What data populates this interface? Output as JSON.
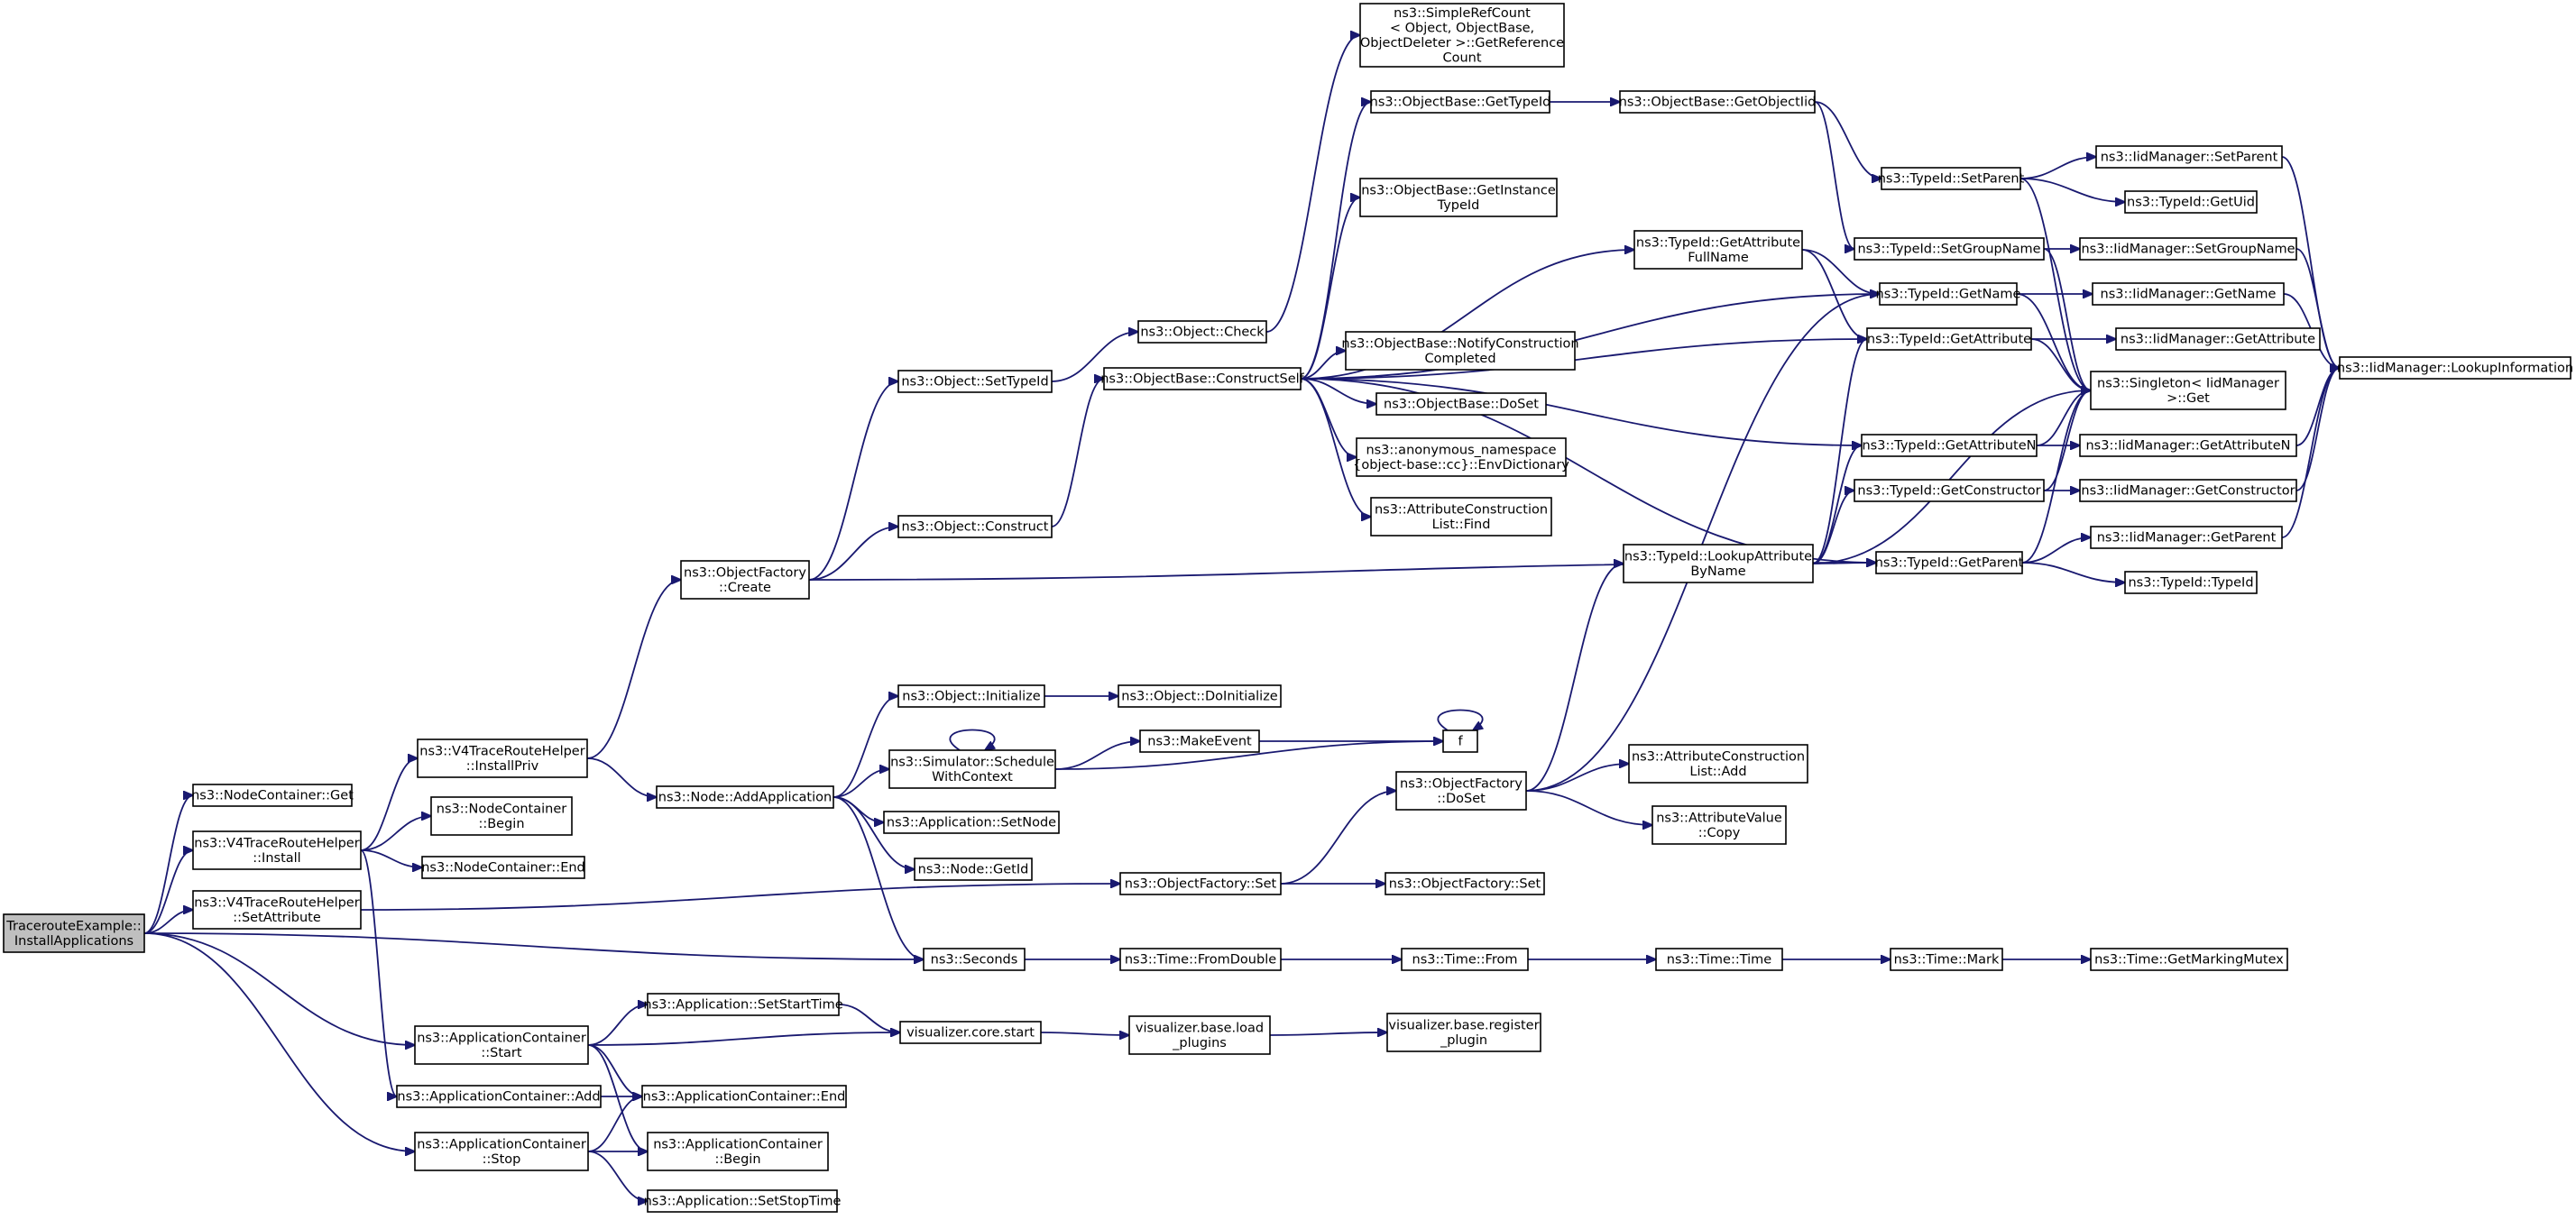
{
  "nodes": [
    {
      "id": "root",
      "lines": [
        "TracerouteExample::",
        "InstallApplications"
      ],
      "root": true
    },
    {
      "id": "nc_get",
      "lines": [
        "ns3::NodeContainer::Get"
      ]
    },
    {
      "id": "v4_install",
      "lines": [
        "ns3::V4TraceRouteHelper",
        "::Install"
      ]
    },
    {
      "id": "v4_setattr",
      "lines": [
        "ns3::V4TraceRouteHelper",
        "::SetAttribute"
      ]
    },
    {
      "id": "ac_start",
      "lines": [
        "ns3::ApplicationContainer",
        "::Start"
      ]
    },
    {
      "id": "ac_add",
      "lines": [
        "ns3::ApplicationContainer::Add"
      ]
    },
    {
      "id": "ac_stop",
      "lines": [
        "ns3::ApplicationContainer",
        "::Stop"
      ]
    },
    {
      "id": "v4_installpriv",
      "lines": [
        "ns3::V4TraceRouteHelper",
        "::InstallPriv"
      ]
    },
    {
      "id": "nc_begin",
      "lines": [
        "ns3::NodeContainer",
        "::Begin"
      ]
    },
    {
      "id": "nc_end",
      "lines": [
        "ns3::NodeContainer::End"
      ]
    },
    {
      "id": "app_setstart",
      "lines": [
        "ns3::Application::SetStartTime"
      ]
    },
    {
      "id": "ac_end",
      "lines": [
        "ns3::ApplicationContainer::End"
      ]
    },
    {
      "id": "ac_begin",
      "lines": [
        "ns3::ApplicationContainer",
        "::Begin"
      ]
    },
    {
      "id": "app_setstop",
      "lines": [
        "ns3::Application::SetStopTime"
      ]
    },
    {
      "id": "of_create",
      "lines": [
        "ns3::ObjectFactory",
        "::Create"
      ]
    },
    {
      "id": "node_addapp",
      "lines": [
        "ns3::Node::AddApplication"
      ]
    },
    {
      "id": "obj_settypeid",
      "lines": [
        "ns3::Object::SetTypeId"
      ]
    },
    {
      "id": "obj_construct",
      "lines": [
        "ns3::Object::Construct"
      ]
    },
    {
      "id": "obj_init",
      "lines": [
        "ns3::Object::Initialize"
      ]
    },
    {
      "id": "sim_schedule",
      "lines": [
        "ns3::Simulator::Schedule",
        "WithContext"
      ]
    },
    {
      "id": "app_setnode",
      "lines": [
        "ns3::Application::SetNode"
      ]
    },
    {
      "id": "node_getid",
      "lines": [
        "ns3::Node::GetId"
      ]
    },
    {
      "id": "seconds",
      "lines": [
        "ns3::Seconds"
      ]
    },
    {
      "id": "viz_start",
      "lines": [
        "visualizer.core.start"
      ]
    },
    {
      "id": "obj_check",
      "lines": [
        "ns3::Object::Check"
      ]
    },
    {
      "id": "ob_constructself",
      "lines": [
        "ns3::ObjectBase::ConstructSelf"
      ]
    },
    {
      "id": "obj_doinit",
      "lines": [
        "ns3::Object::DoInitialize"
      ]
    },
    {
      "id": "makeevent",
      "lines": [
        "ns3::MakeEvent"
      ]
    },
    {
      "id": "of_set",
      "lines": [
        "ns3::ObjectFactory::Set"
      ]
    },
    {
      "id": "time_fromdouble",
      "lines": [
        "ns3::Time::FromDouble"
      ]
    },
    {
      "id": "viz_loadplugins",
      "lines": [
        "visualizer.base.load",
        "_plugins"
      ]
    },
    {
      "id": "src_getref",
      "lines": [
        "ns3::SimpleRefCount",
        "< Object, ObjectBase,",
        "ObjectDeleter >::GetReference",
        "Count"
      ]
    },
    {
      "id": "ob_gettypeid",
      "lines": [
        "ns3::ObjectBase::GetTypeId"
      ]
    },
    {
      "id": "ob_getinstancetypeid",
      "lines": [
        "ns3::ObjectBase::GetInstance",
        "TypeId"
      ]
    },
    {
      "id": "ob_notify",
      "lines": [
        "ns3::ObjectBase::NotifyConstruction",
        "Completed"
      ]
    },
    {
      "id": "ob_doset",
      "lines": [
        "ns3::ObjectBase::DoSet"
      ]
    },
    {
      "id": "anon_envdict",
      "lines": [
        "ns3::anonymous_namespace",
        "{object-base::cc}::EnvDictionary"
      ]
    },
    {
      "id": "acl_find",
      "lines": [
        "ns3::AttributeConstruction",
        "List::Find"
      ]
    },
    {
      "id": "f",
      "lines": [
        "f"
      ]
    },
    {
      "id": "of_doset",
      "lines": [
        "ns3::ObjectFactory",
        "::DoSet"
      ]
    },
    {
      "id": "of_set2",
      "lines": [
        "ns3::ObjectFactory::Set"
      ]
    },
    {
      "id": "time_from",
      "lines": [
        "ns3::Time::From"
      ]
    },
    {
      "id": "viz_register",
      "lines": [
        "visualizer.base.register",
        "_plugin"
      ]
    },
    {
      "id": "ob_getobjectiid",
      "lines": [
        "ns3::ObjectBase::GetObjectIid"
      ]
    },
    {
      "id": "tid_getattrfullname",
      "lines": [
        "ns3::TypeId::GetAttribute",
        "FullName"
      ]
    },
    {
      "id": "tid_lookupattr",
      "lines": [
        "ns3::TypeId::LookupAttribute",
        "ByName"
      ]
    },
    {
      "id": "acl_add",
      "lines": [
        "ns3::AttributeConstruction",
        "List::Add"
      ]
    },
    {
      "id": "av_copy",
      "lines": [
        "ns3::AttributeValue",
        "::Copy"
      ]
    },
    {
      "id": "time_time",
      "lines": [
        "ns3::Time::Time"
      ]
    },
    {
      "id": "tid_setparent",
      "lines": [
        "ns3::TypeId::SetParent"
      ]
    },
    {
      "id": "tid_setgroupname",
      "lines": [
        "ns3::TypeId::SetGroupName"
      ]
    },
    {
      "id": "tid_getname",
      "lines": [
        "ns3::TypeId::GetName"
      ]
    },
    {
      "id": "tid_getattribute",
      "lines": [
        "ns3::TypeId::GetAttribute"
      ]
    },
    {
      "id": "tid_getattributen",
      "lines": [
        "ns3::TypeId::GetAttributeN"
      ]
    },
    {
      "id": "tid_getconstructor",
      "lines": [
        "ns3::TypeId::GetConstructor"
      ]
    },
    {
      "id": "tid_getparent",
      "lines": [
        "ns3::TypeId::GetParent"
      ]
    },
    {
      "id": "time_mark",
      "lines": [
        "ns3::Time::Mark"
      ]
    },
    {
      "id": "iid_setparent",
      "lines": [
        "ns3::IidManager::SetParent"
      ]
    },
    {
      "id": "tid_getuid",
      "lines": [
        "ns3::TypeId::GetUid"
      ]
    },
    {
      "id": "iid_setgroupname",
      "lines": [
        "ns3::IidManager::SetGroupName"
      ]
    },
    {
      "id": "iid_getname",
      "lines": [
        "ns3::IidManager::GetName"
      ]
    },
    {
      "id": "iid_getattribute",
      "lines": [
        "ns3::IidManager::GetAttribute"
      ]
    },
    {
      "id": "singleton_get",
      "lines": [
        "ns3::Singleton< IidManager",
        ">::Get"
      ]
    },
    {
      "id": "iid_getattributen",
      "lines": [
        "ns3::IidManager::GetAttributeN"
      ]
    },
    {
      "id": "iid_getconstructor",
      "lines": [
        "ns3::IidManager::GetConstructor"
      ]
    },
    {
      "id": "iid_getparent",
      "lines": [
        "ns3::IidManager::GetParent"
      ]
    },
    {
      "id": "tid_typeid",
      "lines": [
        "ns3::TypeId::TypeId"
      ]
    },
    {
      "id": "time_getmarkingmutex",
      "lines": [
        "ns3::Time::GetMarkingMutex"
      ]
    },
    {
      "id": "iid_lookupinfo",
      "lines": [
        "ns3::IidManager::LookupInformation"
      ]
    }
  ],
  "edges": [
    [
      "root",
      "nc_get"
    ],
    [
      "root",
      "v4_install"
    ],
    [
      "root",
      "v4_setattr"
    ],
    [
      "root",
      "seconds"
    ],
    [
      "root",
      "ac_start"
    ],
    [
      "root",
      "ac_stop"
    ],
    [
      "v4_install",
      "v4_installpriv"
    ],
    [
      "v4_install",
      "nc_begin"
    ],
    [
      "v4_install",
      "nc_end"
    ],
    [
      "v4_install",
      "ac_add"
    ],
    [
      "v4_setattr",
      "of_set"
    ],
    [
      "v4_installpriv",
      "of_create"
    ],
    [
      "v4_installpriv",
      "node_addapp"
    ],
    [
      "ac_start",
      "app_setstart"
    ],
    [
      "ac_start",
      "viz_start"
    ],
    [
      "ac_start",
      "ac_end"
    ],
    [
      "ac_start",
      "ac_begin"
    ],
    [
      "ac_add",
      "ac_end"
    ],
    [
      "ac_stop",
      "ac_end"
    ],
    [
      "ac_stop",
      "ac_begin"
    ],
    [
      "ac_stop",
      "app_setstop"
    ],
    [
      "app_setstart",
      "viz_start"
    ],
    [
      "of_create",
      "obj_settypeid"
    ],
    [
      "of_create",
      "obj_construct"
    ],
    [
      "of_create",
      "tid_getparent"
    ],
    [
      "obj_settypeid",
      "obj_check"
    ],
    [
      "obj_construct",
      "ob_constructself"
    ],
    [
      "obj_check",
      "src_getref"
    ],
    [
      "node_addapp",
      "obj_init"
    ],
    [
      "node_addapp",
      "sim_schedule"
    ],
    [
      "node_addapp",
      "app_setnode"
    ],
    [
      "node_addapp",
      "node_getid"
    ],
    [
      "node_addapp",
      "seconds"
    ],
    [
      "obj_init",
      "obj_doinit"
    ],
    [
      "sim_schedule",
      "sim_schedule"
    ],
    [
      "sim_schedule",
      "makeevent"
    ],
    [
      "sim_schedule",
      "f"
    ],
    [
      "makeevent",
      "f"
    ],
    [
      "f",
      "f"
    ],
    [
      "of_set",
      "of_doset"
    ],
    [
      "of_set",
      "of_set2"
    ],
    [
      "of_doset",
      "tid_lookupattr"
    ],
    [
      "of_doset",
      "acl_add"
    ],
    [
      "of_doset",
      "av_copy"
    ],
    [
      "of_doset",
      "tid_getname"
    ],
    [
      "seconds",
      "time_fromdouble"
    ],
    [
      "time_fromdouble",
      "time_from"
    ],
    [
      "time_from",
      "time_time"
    ],
    [
      "time_time",
      "time_mark"
    ],
    [
      "time_mark",
      "time_getmarkingmutex"
    ],
    [
      "viz_start",
      "viz_loadplugins"
    ],
    [
      "viz_loadplugins",
      "viz_register"
    ],
    [
      "ob_constructself",
      "ob_gettypeid"
    ],
    [
      "ob_constructself",
      "ob_getinstancetypeid"
    ],
    [
      "ob_constructself",
      "ob_notify"
    ],
    [
      "ob_constructself",
      "ob_doset"
    ],
    [
      "ob_constructself",
      "anon_envdict"
    ],
    [
      "ob_constructself",
      "acl_find"
    ],
    [
      "ob_constructself",
      "tid_getattrfullname"
    ],
    [
      "ob_constructself",
      "tid_getname"
    ],
    [
      "ob_constructself",
      "tid_getattribute"
    ],
    [
      "ob_constructself",
      "tid_getattributen"
    ],
    [
      "ob_constructself",
      "tid_getparent"
    ],
    [
      "ob_gettypeid",
      "ob_getobjectiid"
    ],
    [
      "ob_getobjectiid",
      "tid_setparent"
    ],
    [
      "ob_getobjectiid",
      "tid_setgroupname"
    ],
    [
      "tid_getattrfullname",
      "tid_getname"
    ],
    [
      "tid_getattrfullname",
      "tid_getattribute"
    ],
    [
      "tid_lookupattr",
      "tid_getattribute"
    ],
    [
      "tid_lookupattr",
      "tid_getattributen"
    ],
    [
      "tid_lookupattr",
      "tid_getparent"
    ],
    [
      "tid_lookupattr",
      "tid_getconstructor"
    ],
    [
      "tid_lookupattr",
      "singleton_get"
    ],
    [
      "tid_setparent",
      "iid_setparent"
    ],
    [
      "tid_setparent",
      "tid_getuid"
    ],
    [
      "tid_setparent",
      "singleton_get"
    ],
    [
      "tid_setgroupname",
      "iid_setgroupname"
    ],
    [
      "tid_setgroupname",
      "singleton_get"
    ],
    [
      "tid_getname",
      "iid_getname"
    ],
    [
      "tid_getname",
      "singleton_get"
    ],
    [
      "tid_getattribute",
      "iid_getattribute"
    ],
    [
      "tid_getattribute",
      "singleton_get"
    ],
    [
      "tid_getattributen",
      "iid_getattributen"
    ],
    [
      "tid_getattributen",
      "singleton_get"
    ],
    [
      "tid_getconstructor",
      "iid_getconstructor"
    ],
    [
      "tid_getconstructor",
      "singleton_get"
    ],
    [
      "tid_getparent",
      "iid_getparent"
    ],
    [
      "tid_getparent",
      "tid_typeid"
    ],
    [
      "tid_getparent",
      "singleton_get"
    ],
    [
      "iid_setparent",
      "iid_lookupinfo"
    ],
    [
      "iid_setgroupname",
      "iid_lookupinfo"
    ],
    [
      "iid_getname",
      "iid_lookupinfo"
    ],
    [
      "iid_getattributen",
      "iid_lookupinfo"
    ],
    [
      "iid_getconstructor",
      "iid_lookupinfo"
    ],
    [
      "iid_getparent",
      "iid_lookupinfo"
    ]
  ],
  "colors": {
    "edge": "#191970",
    "root_fill": "#bfbfbf",
    "node_fill": "#ffffff",
    "border": "#000000"
  }
}
